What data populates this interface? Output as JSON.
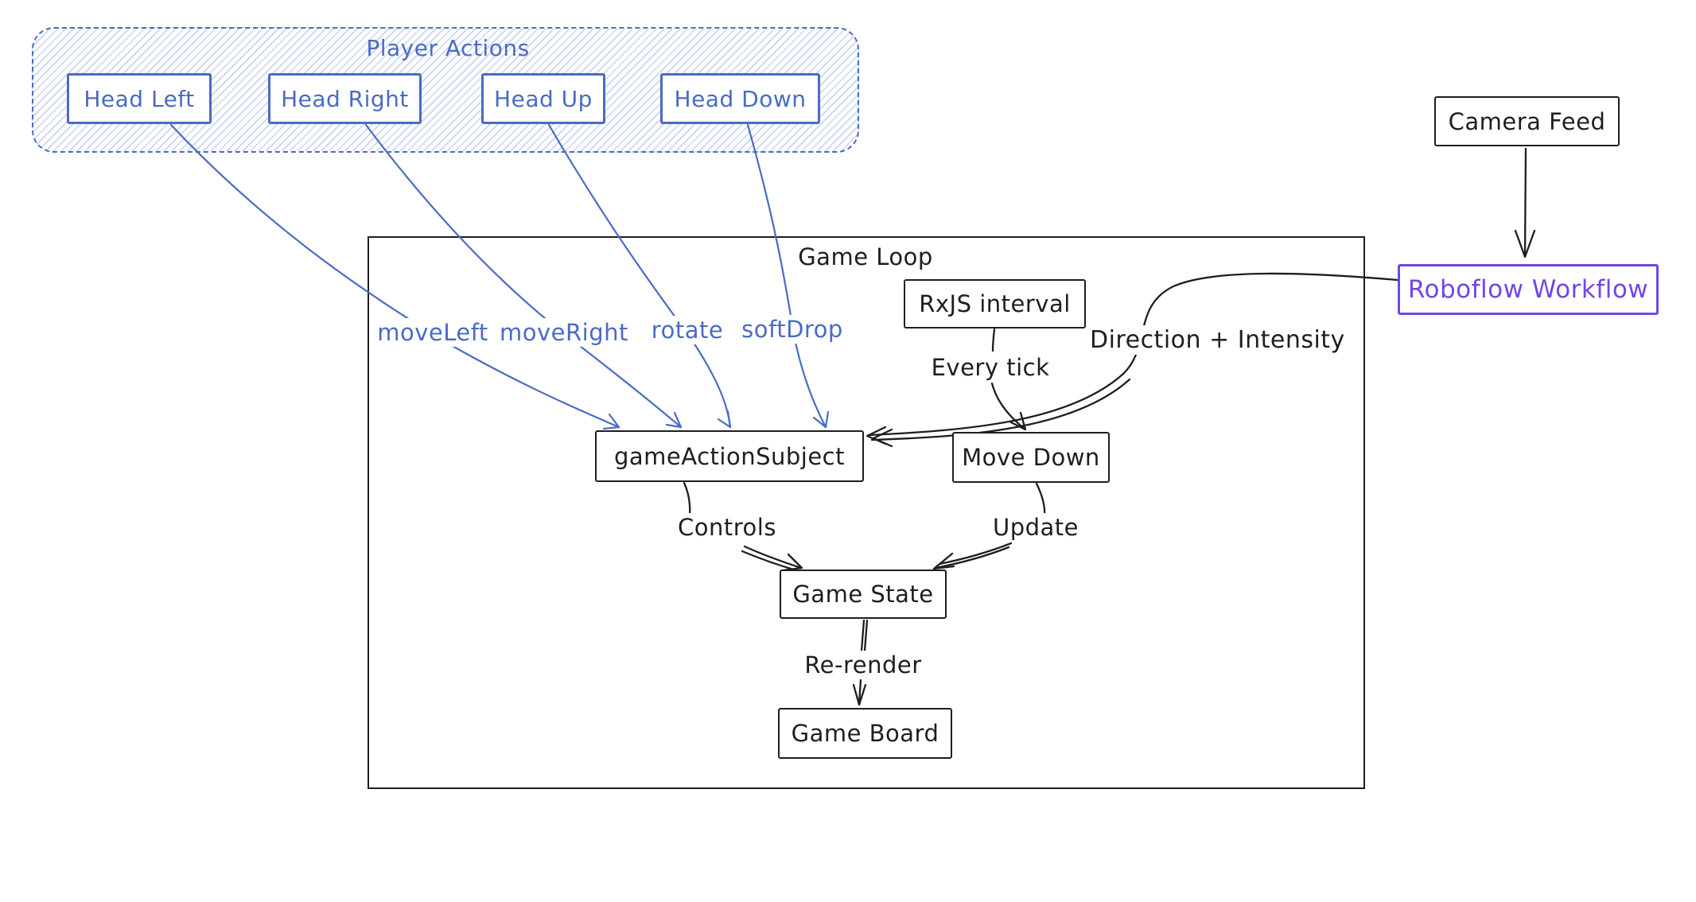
{
  "groups": {
    "player_actions": {
      "label": "Player Actions"
    },
    "game_loop": {
      "label": "Game Loop"
    }
  },
  "nodes": {
    "head_left": {
      "label": "Head Left"
    },
    "head_right": {
      "label": "Head Right"
    },
    "head_up": {
      "label": "Head Up"
    },
    "head_down": {
      "label": "Head Down"
    },
    "camera_feed": {
      "label": "Camera Feed"
    },
    "roboflow_workflow": {
      "label": "Roboflow Workflow"
    },
    "rxjs_interval": {
      "label": "RxJS interval"
    },
    "move_down": {
      "label": "Move Down"
    },
    "game_action_subject": {
      "label": "gameActionSubject"
    },
    "game_state": {
      "label": "Game State"
    },
    "game_board": {
      "label": "Game Board"
    }
  },
  "edges": [
    {
      "from": "Head Left",
      "to": "gameActionSubject",
      "label": "moveLeft"
    },
    {
      "from": "Head Right",
      "to": "gameActionSubject",
      "label": "moveRight"
    },
    {
      "from": "Head Up",
      "to": "gameActionSubject",
      "label": "rotate"
    },
    {
      "from": "Head Down",
      "to": "gameActionSubject",
      "label": "softDrop"
    },
    {
      "from": "Camera Feed",
      "to": "Roboflow Workflow",
      "label": ""
    },
    {
      "from": "Roboflow Workflow",
      "to": "gameActionSubject",
      "label": "Direction + Intensity"
    },
    {
      "from": "RxJS interval",
      "to": "Move Down",
      "label": "Every tick"
    },
    {
      "from": "gameActionSubject",
      "to": "Game State",
      "label": "Controls"
    },
    {
      "from": "Move Down",
      "to": "Game State",
      "label": "Update"
    },
    {
      "from": "Game State",
      "to": "Game Board",
      "label": "Re-render"
    }
  ],
  "colors": {
    "ink": "#1e1e1e",
    "action_blue": "#4a6bc5",
    "violet": "#7146e6",
    "hatch_blue": "rgba(74,107,197,0.28)",
    "background": "#ffffff"
  }
}
